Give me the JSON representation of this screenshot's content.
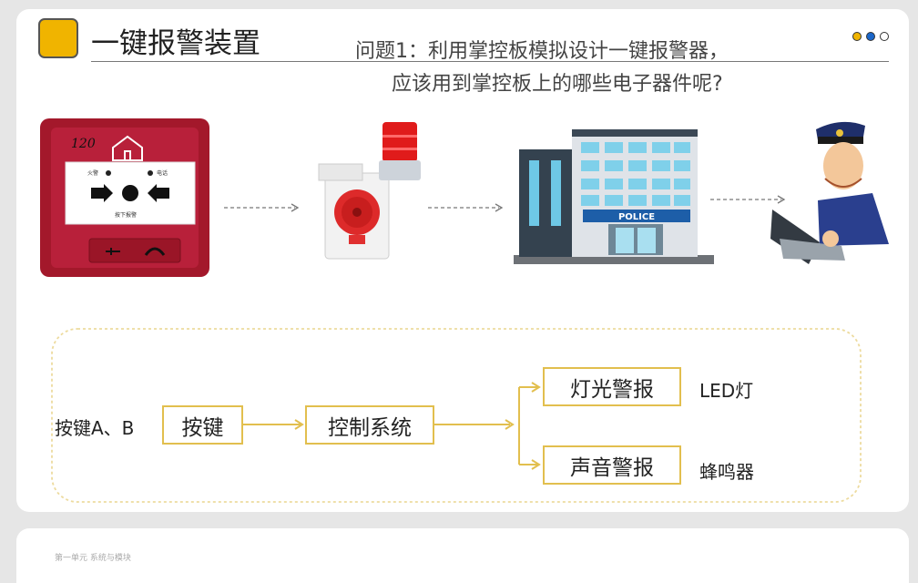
{
  "slide": {
    "title": "一键报警装置",
    "question_line1": "问题1：利用掌控板模拟设计一键报警器，",
    "question_line2": "应该用到掌控板上的哪些电子器件呢?",
    "nav_dots": [
      "#f0b400",
      "#1a66c9",
      "#ffffff"
    ]
  },
  "illustrations": {
    "alarm_button": {
      "handwriting": "120",
      "fire_label": "火警",
      "phone_label": "电话",
      "press_label": "按下报警"
    },
    "police_station_sign": "POLICE"
  },
  "flow": {
    "input_label": "按键A、B",
    "button_box": "按键",
    "control_box": "控制系统",
    "light_box": "灯光警报",
    "sound_box": "声音警报",
    "light_device": "LED灯",
    "sound_device": "蜂鸣器"
  },
  "footer": {
    "text": "第一单元 系统与模块"
  },
  "colors": {
    "accent": "#f0b400",
    "flow_border": "#e2bf4e",
    "dashed_frame": "#eddb9e"
  }
}
